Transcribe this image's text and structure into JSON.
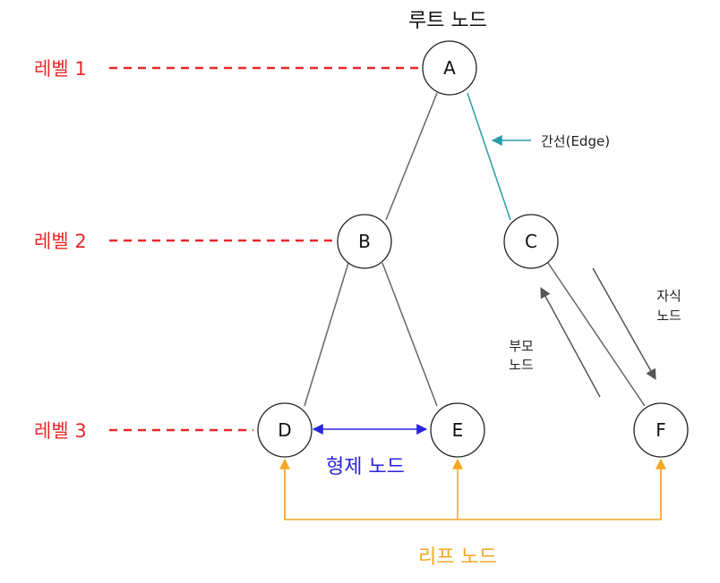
{
  "labels": {
    "root": "루트 노드",
    "level1": "레벨 1",
    "level2": "레벨 2",
    "level3": "레벨 3",
    "edge": "간선(Edge)",
    "parent_line1": "부모",
    "parent_line2": "노드",
    "child_line1": "자식",
    "child_line2": "노드",
    "sibling": "형제 노드",
    "leaf": "리프 노드"
  },
  "nodes": {
    "A": "A",
    "B": "B",
    "C": "C",
    "D": "D",
    "E": "E",
    "F": "F"
  },
  "colors": {
    "level": "#e8282b",
    "edge_highlight": "#2a9da8",
    "sibling": "#2a22e0",
    "leaf": "#f5a623",
    "line": "#666666"
  }
}
